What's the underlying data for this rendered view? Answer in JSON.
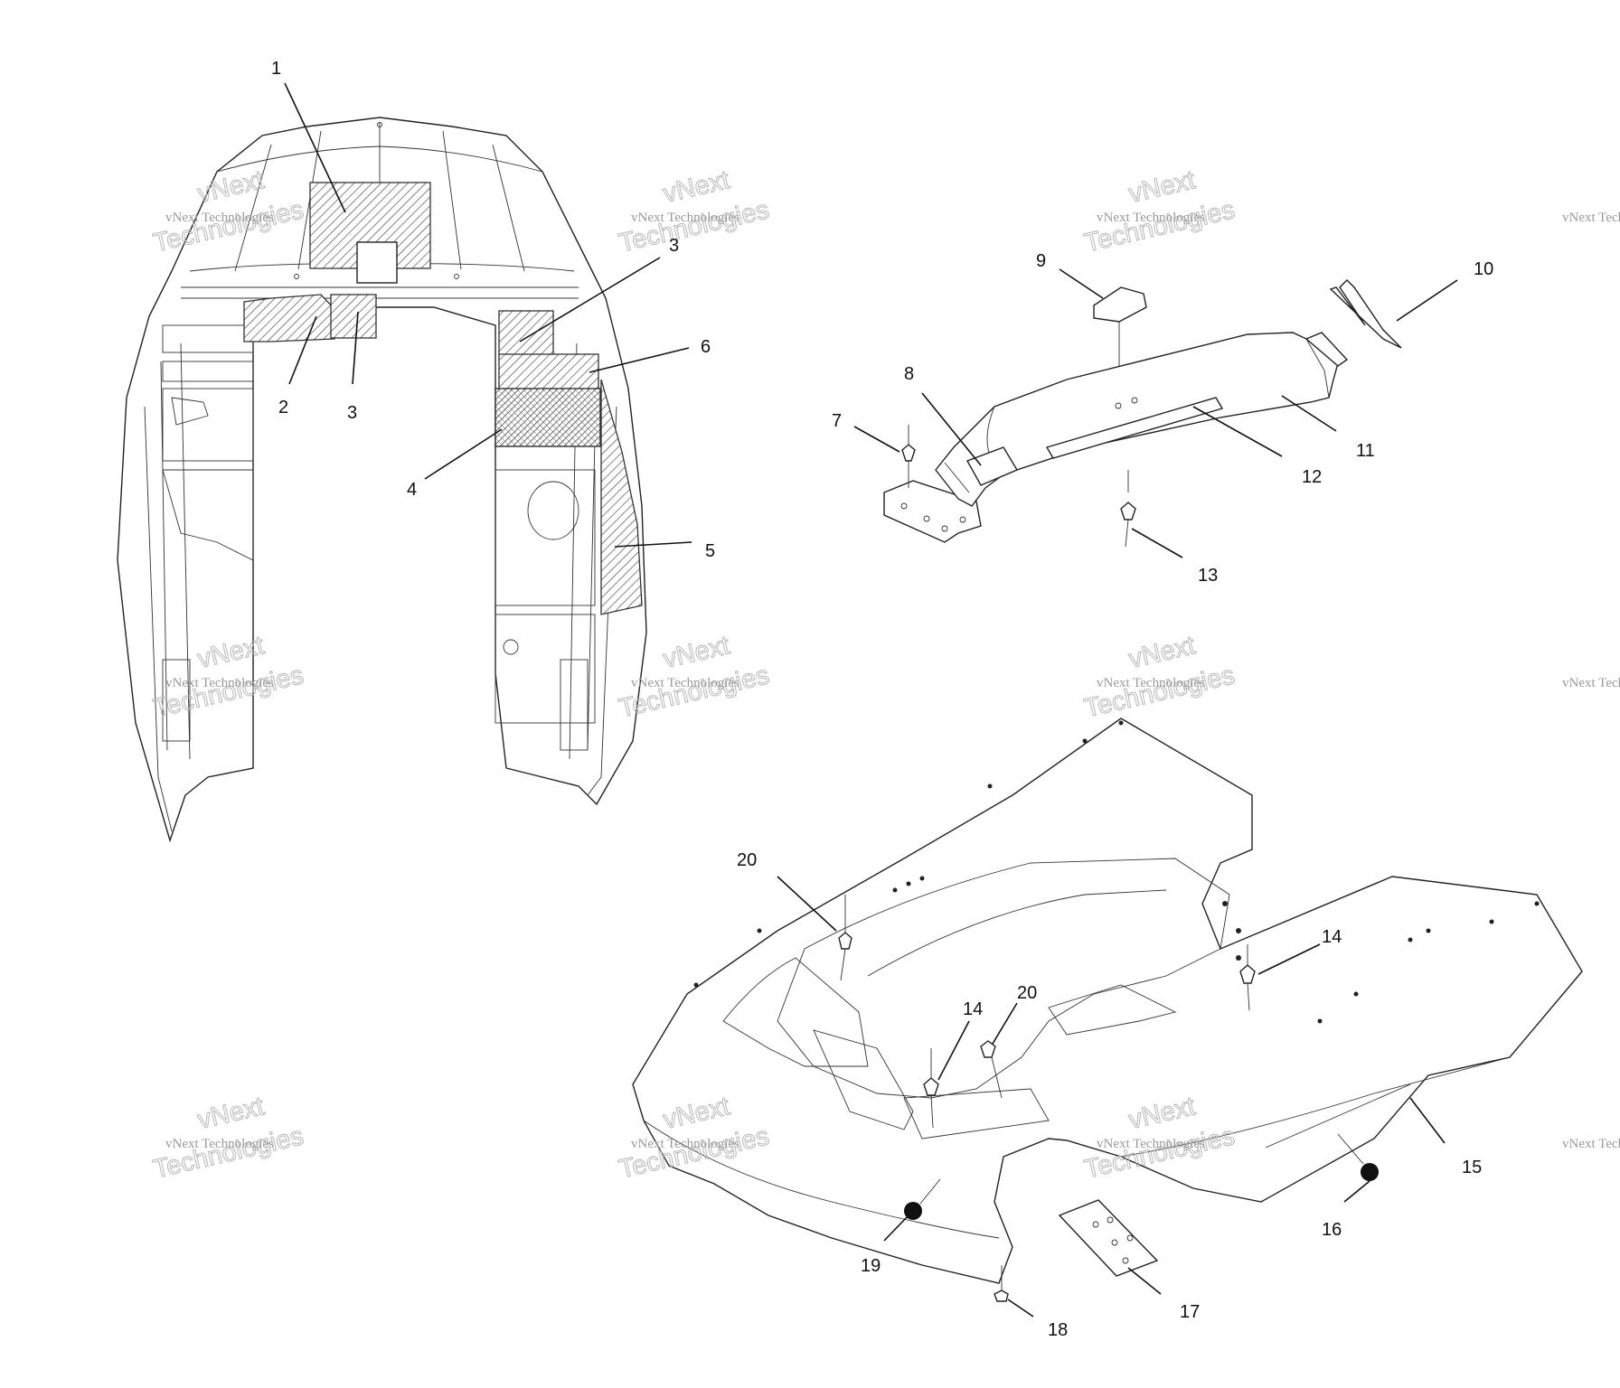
{
  "callouts": [
    {
      "id": "c1",
      "label": "1"
    },
    {
      "id": "c2",
      "label": "2"
    },
    {
      "id": "c3a",
      "label": "3"
    },
    {
      "id": "c3b",
      "label": "3"
    },
    {
      "id": "c4",
      "label": "4"
    },
    {
      "id": "c5",
      "label": "5"
    },
    {
      "id": "c6",
      "label": "6"
    },
    {
      "id": "c7",
      "label": "7"
    },
    {
      "id": "c8",
      "label": "8"
    },
    {
      "id": "c9",
      "label": "9"
    },
    {
      "id": "c10",
      "label": "10"
    },
    {
      "id": "c11",
      "label": "11"
    },
    {
      "id": "c12",
      "label": "12"
    },
    {
      "id": "c13",
      "label": "13"
    },
    {
      "id": "c14a",
      "label": "14"
    },
    {
      "id": "c14b",
      "label": "14"
    },
    {
      "id": "c15",
      "label": "15"
    },
    {
      "id": "c16",
      "label": "16"
    },
    {
      "id": "c17",
      "label": "17"
    },
    {
      "id": "c18",
      "label": "18"
    },
    {
      "id": "c19",
      "label": "19"
    },
    {
      "id": "c20a",
      "label": "20"
    },
    {
      "id": "c20b",
      "label": "20"
    }
  ],
  "watermark": {
    "small": "vNext Technologies",
    "big_line1": "vNext",
    "big_line2": "Technologies"
  }
}
